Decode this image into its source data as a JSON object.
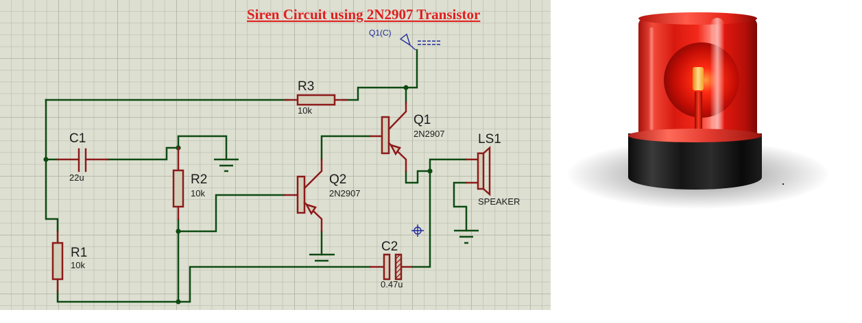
{
  "title": "Siren Circuit using 2N2907 Transistor",
  "colors": {
    "title": "#e01f1f",
    "wire": "#0d4a12",
    "component_lead": "#8c1a1a",
    "component_body": "#d3cfb9",
    "probe": "#1d2a9a",
    "grid_background": "#dddfd1"
  },
  "probe": {
    "label": "Q1(C)"
  },
  "components": {
    "R1": {
      "ref": "R1",
      "value": "10k"
    },
    "R2": {
      "ref": "R2",
      "value": "10k"
    },
    "R3": {
      "ref": "R3",
      "value": "10k"
    },
    "C1": {
      "ref": "C1",
      "value": "22u"
    },
    "C2": {
      "ref": "C2",
      "value": "0.47u"
    },
    "Q1": {
      "ref": "Q1",
      "value": "2N2907"
    },
    "Q2": {
      "ref": "Q2",
      "value": "2N2907"
    },
    "LS1": {
      "ref": "LS1",
      "value": "SPEAKER"
    }
  },
  "photo": {
    "subject": "red-rotating-beacon-light"
  }
}
